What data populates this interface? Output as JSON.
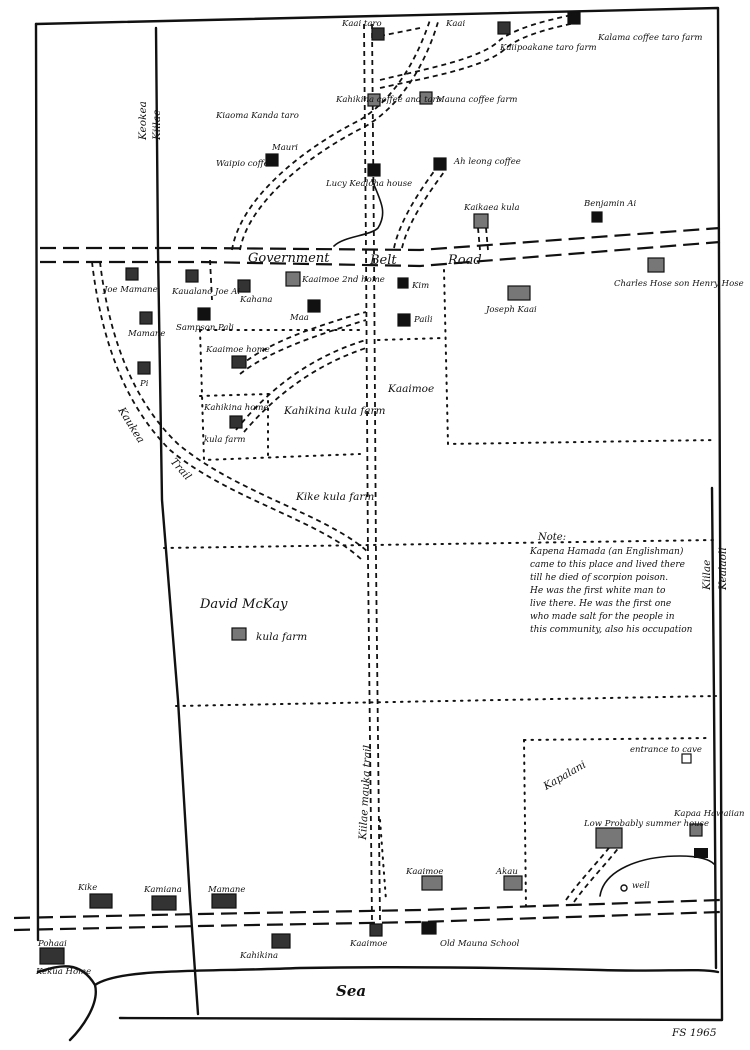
{
  "map": {
    "water_label": "Sea",
    "road_label_1": "Government",
    "road_label_2": "Belt",
    "road_label_3": "Road",
    "trail_labels": {
      "kaukea": "Kaukea",
      "trail": "Trail",
      "kiilae_mauka": "Kiilae mauka trail",
      "keokea": "Keokea",
      "kiilae_left": "Kiilae",
      "kiilae_right": "Kiilae",
      "kealaoli": "Kealaoli"
    },
    "places": {
      "kaai_taro": "Kaai taro",
      "kaai_upper": "Kaai",
      "kaiipoakane": "Kaiipoakane taro farm",
      "kalama": "Kalama coffee taro farm",
      "kahikina_taro": "Kahikina coffee and taro",
      "mauna_coffee": "Mauna coffee farm",
      "kiaoma_kanda": "Kiaoma Kanda taro",
      "mauri": "Mauri",
      "waipio_coffee": "Waipio coffee",
      "lucy_kealoha": "Lucy Kealoha house",
      "ah_leong": "Ah leong coffee",
      "kaikaea_kula": "Kaikaea kula",
      "benjamin_ai": "Benjamin Ai",
      "joe_mamane": "Joe Mamane",
      "kaualano": "Kaualano Joe Ai",
      "kahana": "Kahana",
      "kaaimoe_2nd": "Kaaimoe 2nd home",
      "kim": "Kim",
      "joseph_kaai": "Joseph Kaai",
      "charles_hose": "Charles Hose son Henry Hose",
      "mamane": "Mamane",
      "sampson_pali": "Sampson Pali",
      "maa": "Maa",
      "paili": "Paili",
      "kaaimoe_home": "Kaaimoe home",
      "kaaimoe_field": "Kaaimoe",
      "pi": "Pi",
      "kahikina_kula": "Kahikina kula farm",
      "kahikina_home": "Kahikina home",
      "kula_farm": "kula farm",
      "kike_kula": "Kike kula farm",
      "david_mckay": "David McKay",
      "kula_farm_2": "kula farm",
      "kapalani": "Kapalani",
      "entrance_cave": "entrance to cave",
      "kapaa_hawaiian": "Kapaa Hawaiian",
      "low_probably": "Low Probably summer house",
      "well": "well",
      "kaaimoe_lower": "Kaaimoe",
      "akau": "Akau",
      "kike_lower": "Kike",
      "kamiana": "Kamiana",
      "mamane_lower": "Mamane",
      "kaaimoe_shore": "Kaaimoe",
      "old_mauna_school": "Old Mauna School",
      "kahikina_shore": "Kahikina",
      "pohaai": "Pohaai",
      "kekua_home": "Kekua Home"
    },
    "note": {
      "title": "Note:",
      "lines": [
        "Kapena Hamada (an Englishman)",
        "came to this place and lived there",
        "till he died of scorpion poison.",
        "He was the first white man to",
        "live there. He was the first one",
        "who made salt for the people in",
        "this community, also his occupation"
      ]
    },
    "signature": "FS 1965"
  }
}
